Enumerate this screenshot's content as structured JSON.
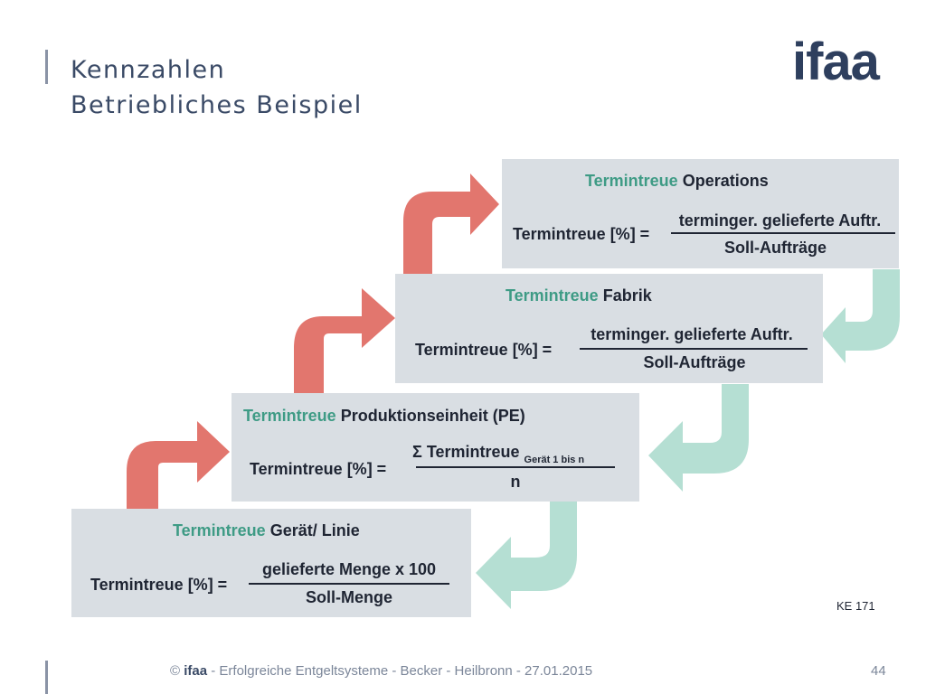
{
  "header": {
    "title_line1": "Kennzahlen",
    "title_line2": "Betriebliches Beispiel",
    "logo": "ifaa"
  },
  "colors": {
    "up_arrow": "#e2766e",
    "down_arrow": "#b5dfd3",
    "box": "#d9dee3",
    "accent_text": "#3e9b85"
  },
  "boxes": {
    "operations": {
      "title_green": "Termintreue",
      "title_rest": " Operations",
      "label": "Termintreue [%] =",
      "numerator": "terminger. gelieferte  Auftr.",
      "denominator": "Soll-Aufträge"
    },
    "fabrik": {
      "title_green": "Termintreue",
      "title_rest": " Fabrik",
      "label": "Termintreue [%] =",
      "numerator": "terminger. gelieferte  Auftr.",
      "denominator": "Soll-Aufträge"
    },
    "pe": {
      "title_green": "Termintreue",
      "title_rest": " Produktionseinheit (PE)",
      "label": "Termintreue [%] =",
      "numerator_symbol": "Σ",
      "numerator": " Termintreue ",
      "numerator_sub": "Gerät 1 bis n",
      "denominator": "n"
    },
    "geraet": {
      "title_green": "Termintreue",
      "title_rest": " Gerät/ Linie",
      "label": "Termintreue [%] =",
      "numerator": "gelieferte Menge x 100",
      "denominator": "Soll-Menge"
    }
  },
  "reference": "KE 171",
  "footer": {
    "copyright": "© ",
    "brand": "ifaa",
    "text": " - Erfolgreiche Entgeltsysteme - Becker - Heilbronn - 27.01.2015",
    "page": "44"
  }
}
